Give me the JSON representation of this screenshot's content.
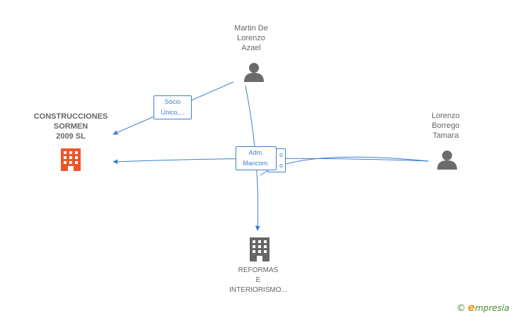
{
  "nodes": {
    "martin": {
      "lines": [
        "Martin De",
        "Lorenzo",
        "Azael"
      ],
      "type": "person",
      "icon": "person-icon"
    },
    "lorenzo": {
      "lines": [
        "Lorenzo",
        "Borrego",
        "Tamara"
      ],
      "type": "person",
      "icon": "person-icon"
    },
    "construcciones": {
      "lines": [
        "CONSTRUCCIONES",
        "SORMEN",
        "2009 SL"
      ],
      "type": "company",
      "icon": "building-icon",
      "color": "#f0552a"
    },
    "reformas": {
      "lines": [
        "REFORMAS",
        "E",
        "INTERIORISMO..."
      ],
      "type": "company",
      "icon": "building-icon",
      "color": "#666666"
    }
  },
  "edges": {
    "socio": {
      "lines": [
        "Socio",
        "Único,..."
      ]
    },
    "adm": {
      "lines": [
        "Adm.",
        "Mancom."
      ]
    },
    "adm_back": {
      "lines": [
        "o",
        "o"
      ]
    }
  },
  "colors": {
    "edge": "#3d7fd1",
    "person": "#6b6b6b",
    "text": "#666666"
  },
  "brand": {
    "copyright": "©",
    "name_first": "e",
    "name_rest": "mpresia"
  }
}
